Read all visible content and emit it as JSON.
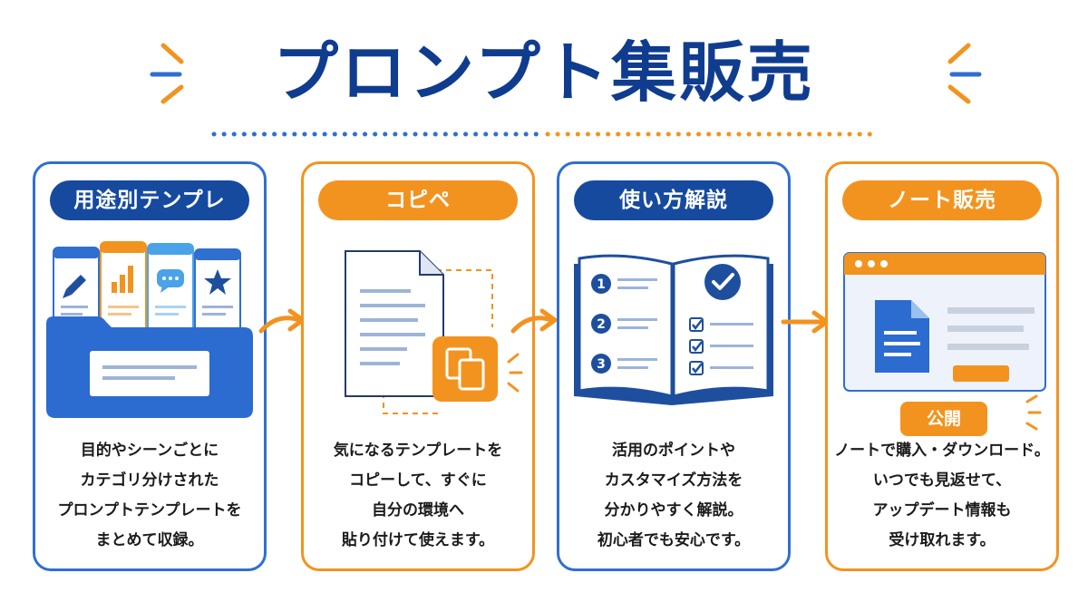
{
  "title": "プロンプト集販売",
  "colors": {
    "navy": "#0f3c8f",
    "blue": "#2f6fd0",
    "orange": "#f3931f"
  },
  "cards": [
    {
      "label": "用途別テンプレ",
      "theme": "blue",
      "illustration": "folder-with-template-cards",
      "icons": [
        "pencil-icon",
        "bar-chart-icon",
        "speech-bubble-icon",
        "star-icon"
      ],
      "lines": [
        "目的やシーンごとに",
        "カテゴリ分けされた",
        "プロンプトテンプレートを",
        "まとめて収録。"
      ]
    },
    {
      "label": "コピペ",
      "theme": "orange",
      "illustration": "document-with-copy",
      "icons": [
        "document-icon",
        "copy-icon"
      ],
      "lines": [
        "気になるテンプレートを",
        "コピーして、すぐに",
        "自分の環境へ",
        "貼り付けて使えます。"
      ]
    },
    {
      "label": "使い方解説",
      "theme": "blue",
      "illustration": "open-book-guide",
      "steps": [
        "1",
        "2",
        "3"
      ],
      "icons": [
        "check-circle-icon",
        "checkbox-icon"
      ],
      "lines": [
        "活用のポイントや",
        "カスタマイズ方法を",
        "分かりやすく解説。",
        "初心者でも安心です。"
      ]
    },
    {
      "label": "ノート販売",
      "theme": "orange",
      "illustration": "browser-window-publish",
      "badge": "公開",
      "icons": [
        "browser-window-icon",
        "document-icon"
      ],
      "lines": [
        "ノートで購入・ダウンロード。",
        "いつでも見返せて、",
        "アップデート情報も",
        "受け取れます。"
      ]
    }
  ]
}
